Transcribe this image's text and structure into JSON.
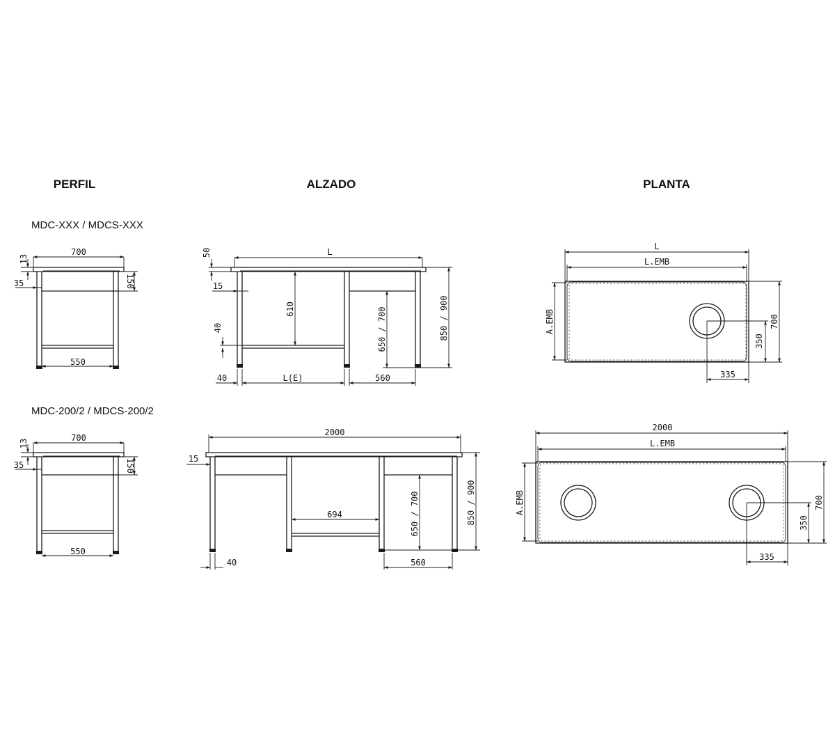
{
  "headings": {
    "profile": "PERFIL",
    "elevation": "ALZADO",
    "plan": "PLANTA"
  },
  "models": {
    "row1": "MDC-XXX / MDCS-XXX",
    "row2": "MDC-200/2 / MDCS-200/2"
  },
  "row1": {
    "profile": {
      "depth": "700",
      "top_thickness": "13",
      "inset": "35",
      "apron": "150",
      "leg_span": "550"
    },
    "elevation": {
      "length": "L",
      "edge": "50",
      "offset": "15",
      "foot": "40",
      "drawer_height": "610",
      "shelf_offset": "40",
      "inner_length": "L(E)",
      "sink_height": "650 / 700",
      "total_height": "850 / 900",
      "sink_width": "560"
    },
    "plan": {
      "length": "L",
      "basin_length": "L.EMB",
      "basin_width": "A.EMB",
      "depth": "700",
      "drain_y": "350",
      "drain_x": "335"
    }
  },
  "row2": {
    "profile": {
      "depth": "700",
      "top_thickness": "13",
      "inset": "35",
      "apron": "150",
      "leg_span": "550"
    },
    "elevation": {
      "length": "2000",
      "offset": "15",
      "bay_width": "694",
      "sink_height": "650 / 700",
      "total_height": "850 / 900",
      "foot": "40",
      "sink_width": "560"
    },
    "plan": {
      "length": "2000",
      "basin_length": "L.EMB",
      "basin_width": "A.EMB",
      "depth": "700",
      "drain_y": "350",
      "drain_x": "335"
    }
  }
}
